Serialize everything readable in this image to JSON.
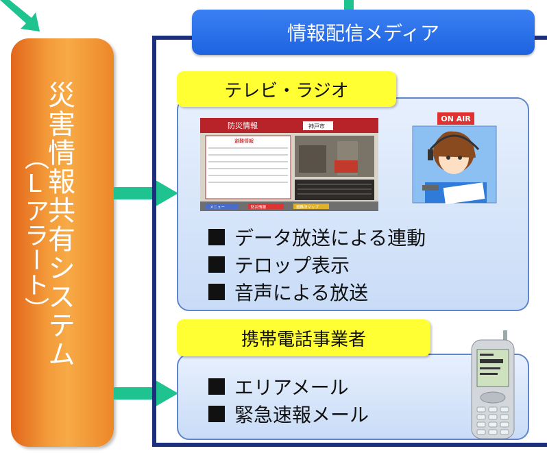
{
  "system": {
    "title": "災害情報共有システム",
    "subtitle": "（Lアラート）"
  },
  "media": {
    "title": "情報配信メディア"
  },
  "tv_radio": {
    "label": "テレビ・ラジオ",
    "bullets": [
      "データ放送による連動",
      "テロップ表示",
      "音声による放送"
    ],
    "screen": {
      "header": "防災情報",
      "tab": "神戸市",
      "panel_title": "避難情報",
      "footer_items": [
        "メニュー",
        "防災情報",
        "避難所マップ"
      ]
    },
    "on_air": "ON AIR"
  },
  "mobile": {
    "label": "携帯電話事業者",
    "bullets": [
      "エリアメール",
      "緊急速報メール"
    ]
  },
  "colors": {
    "orange": "#f39a39",
    "navy": "#1c2f7c",
    "blue_pill": "#2a6ff0",
    "yellow": "#ffff33",
    "arrow_green": "#1fc38f"
  }
}
